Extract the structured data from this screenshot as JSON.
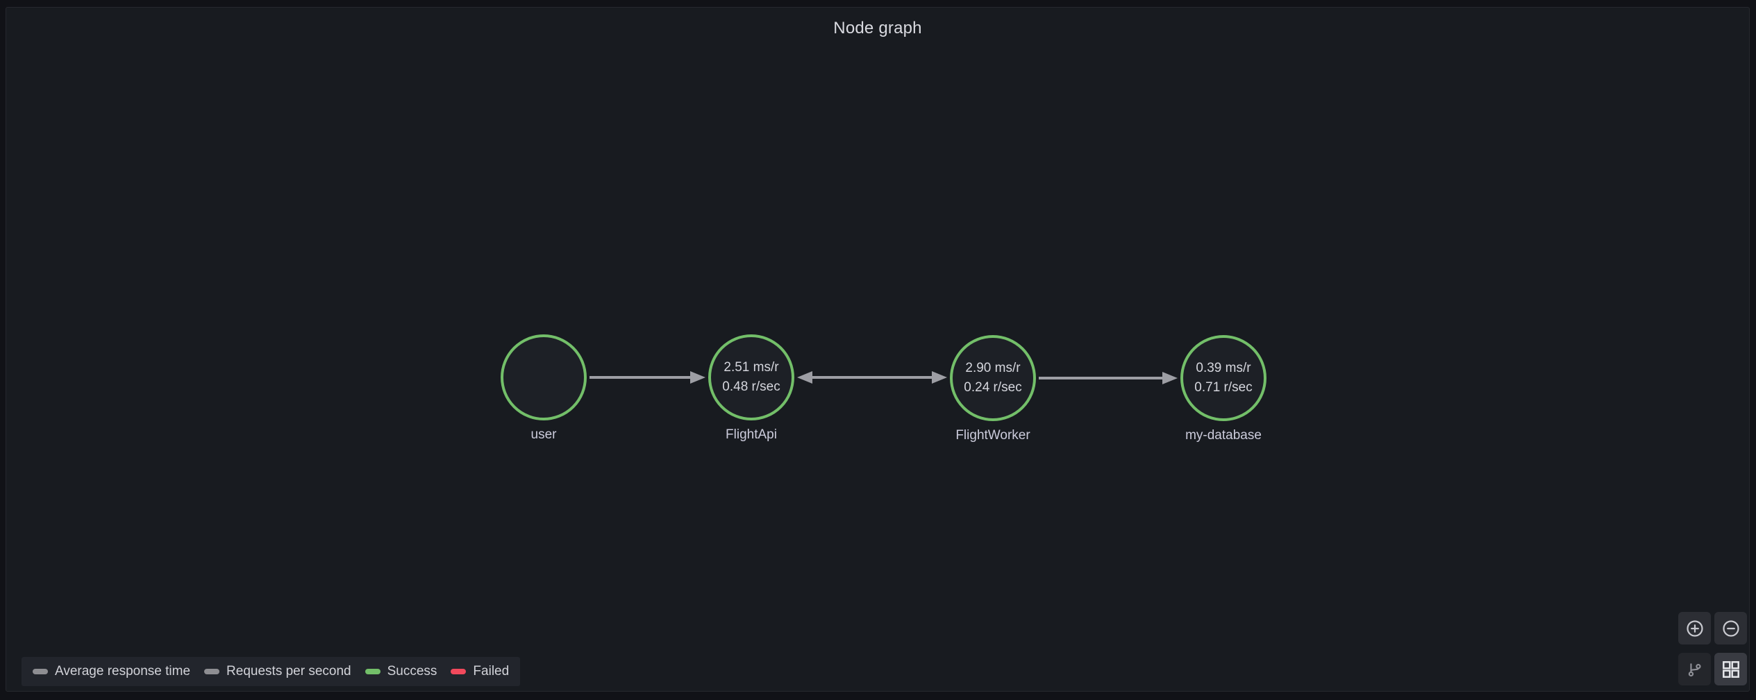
{
  "panel": {
    "title": "Node graph"
  },
  "graph": {
    "nodes": [
      {
        "label": "user",
        "stats": [
          "",
          ""
        ]
      },
      {
        "label": "FlightApi",
        "stats": [
          "2.51 ms/r",
          "0.48 r/sec"
        ]
      },
      {
        "label": "FlightWorker",
        "stats": [
          "2.90 ms/r",
          "0.24 r/sec"
        ]
      },
      {
        "label": "my-database",
        "stats": [
          "0.39 ms/r",
          "0.71 r/sec"
        ]
      }
    ],
    "edges": [
      {
        "from": "user",
        "to": "FlightApi",
        "arrows": "to"
      },
      {
        "from": "FlightApi",
        "to": "FlightWorker",
        "arrows": "both"
      },
      {
        "from": "FlightWorker",
        "to": "my-database",
        "arrows": "to"
      }
    ],
    "node_border_color": "#73bf69",
    "edge_color": "#9d9ea4"
  },
  "legend": {
    "items": [
      {
        "label": "Average response time",
        "color": "#8e8e92"
      },
      {
        "label": "Requests per second",
        "color": "#8e8e92"
      },
      {
        "label": "Success",
        "color": "#73bf69"
      },
      {
        "label": "Failed",
        "color": "#f2495c"
      }
    ]
  },
  "controls": {
    "zoom_in_icon": "circle-plus",
    "zoom_out_icon": "circle-minus",
    "hierarchical_layout_icon": "code-branch",
    "grid_layout_icon": "grid-squares"
  },
  "colors": {
    "page_bg": "#111217",
    "panel_bg": "#181b20",
    "text": "#ccccdc",
    "success": "#73bf69",
    "failed": "#f2495c",
    "neutral_stat": "#8e8e92"
  }
}
